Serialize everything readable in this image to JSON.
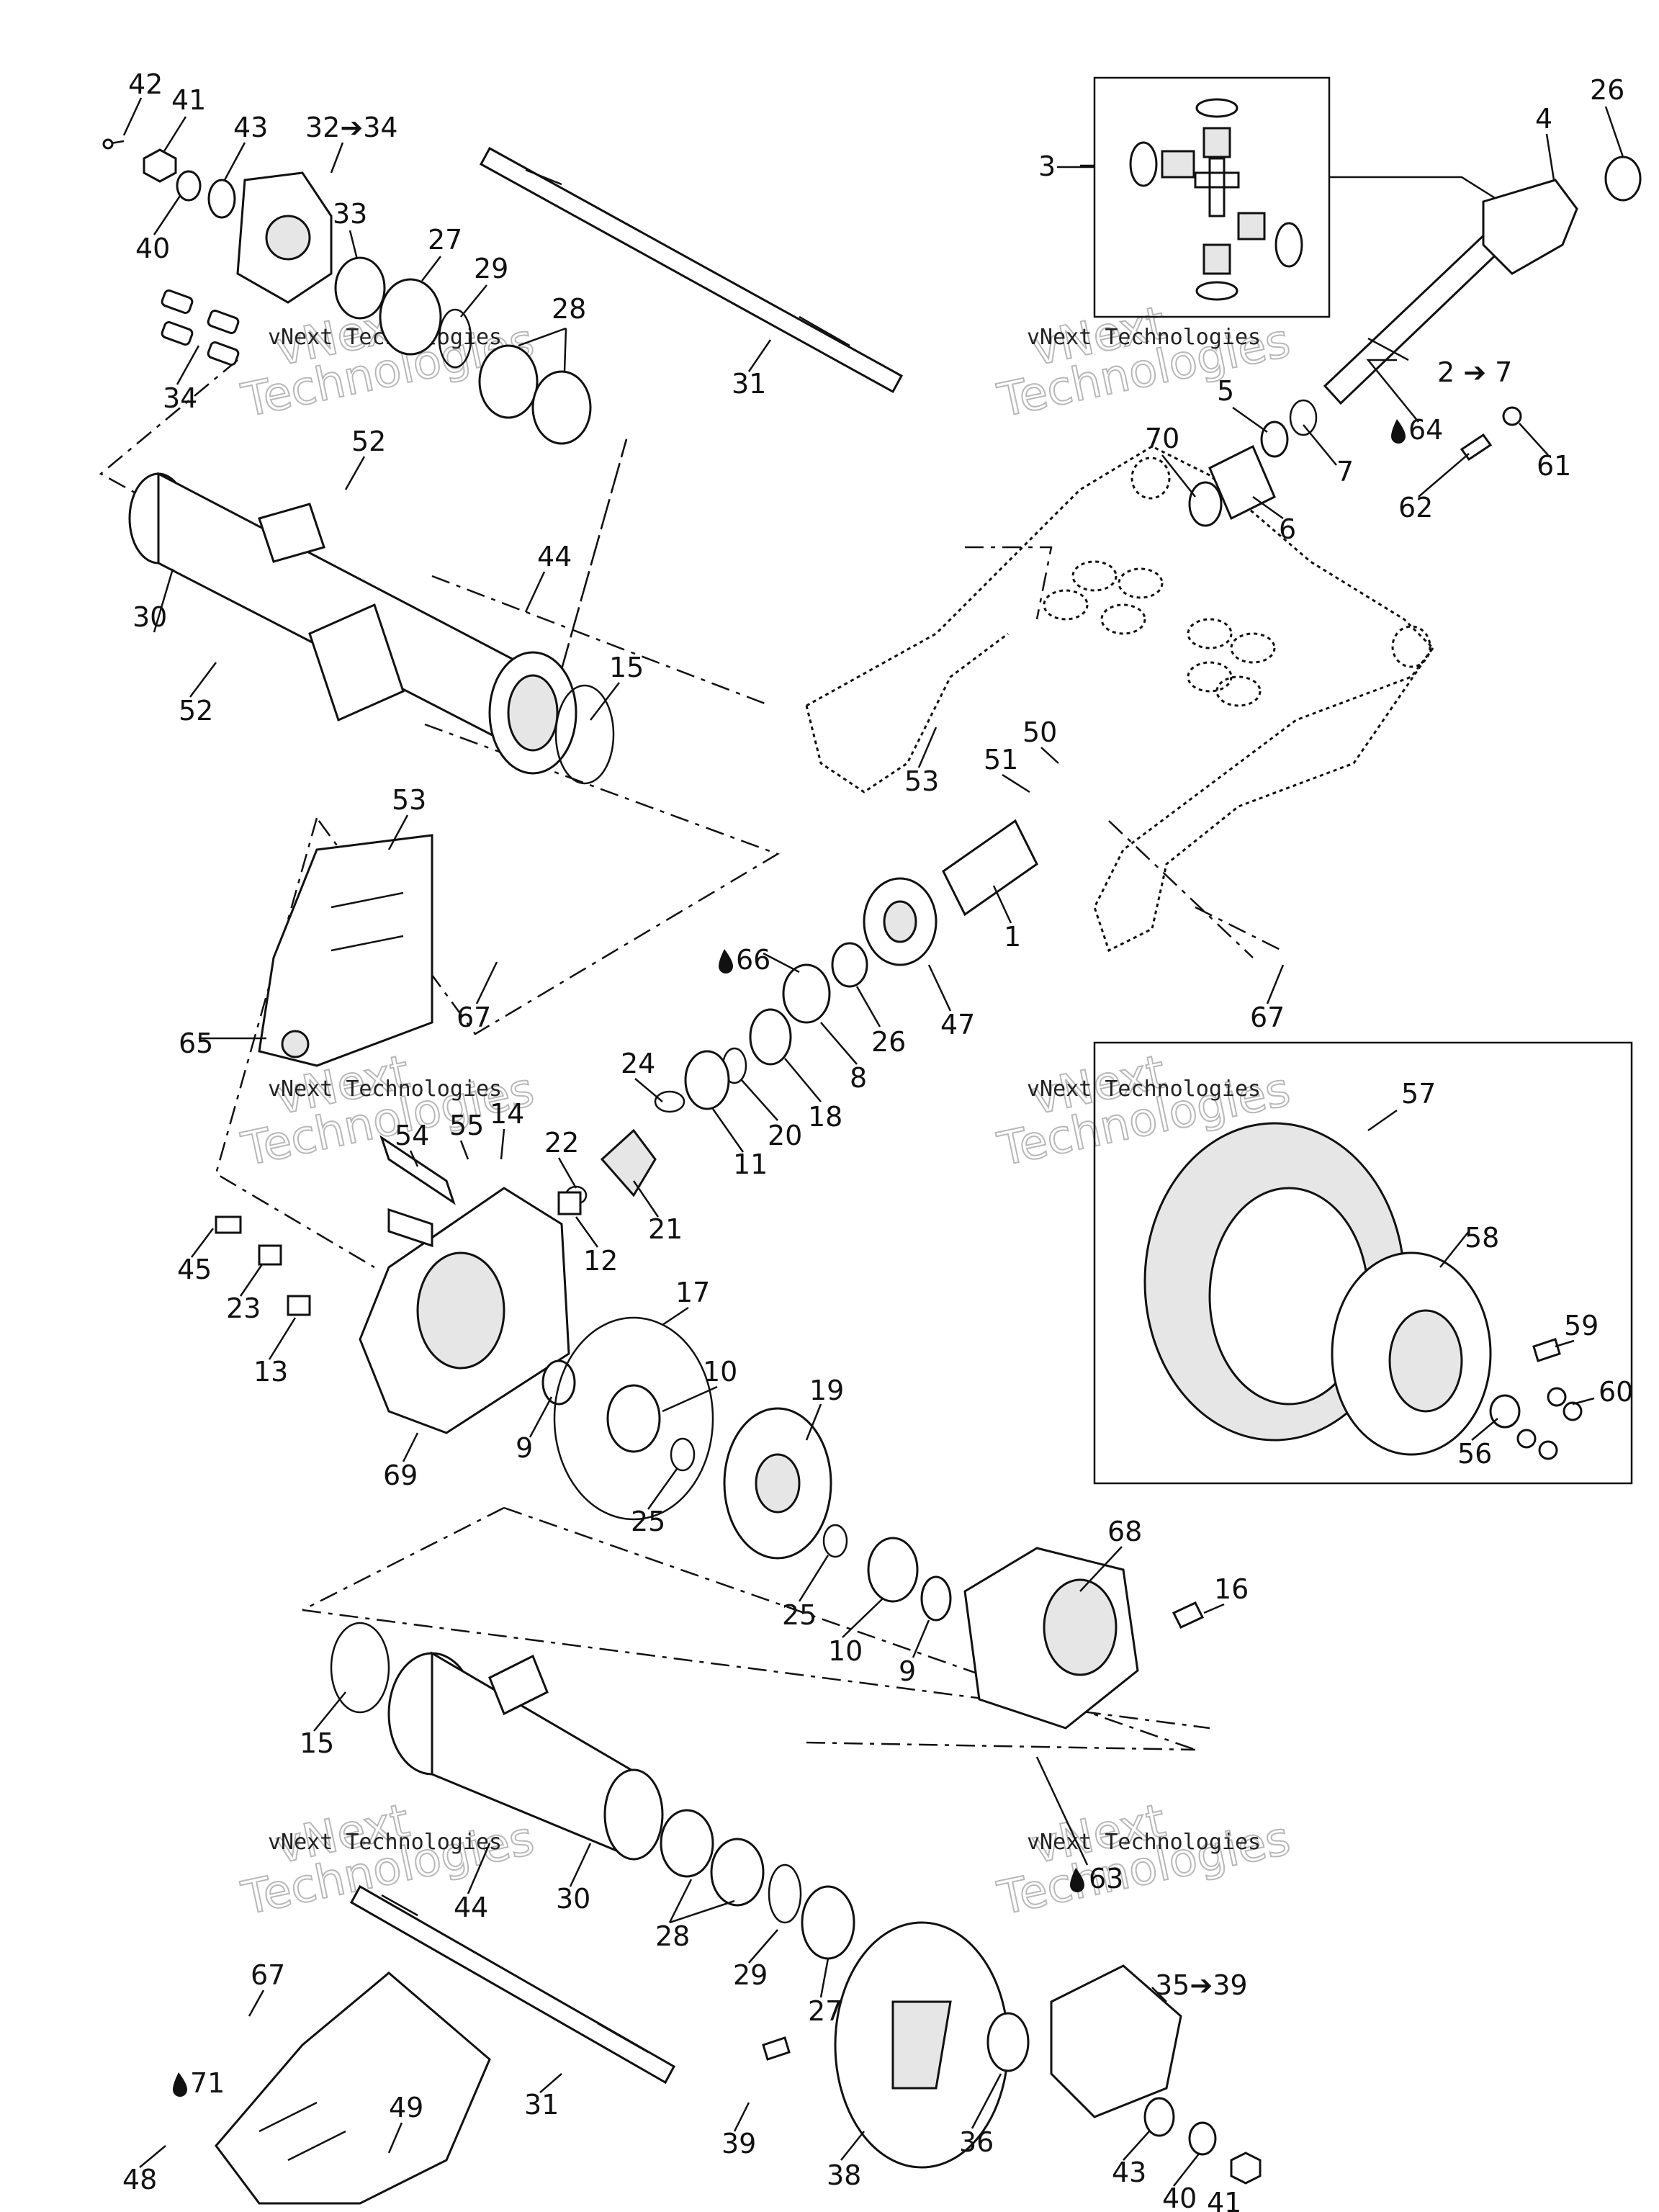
{
  "watermark": {
    "line1": "vNext",
    "line2": "Technologies",
    "caption": "vNext Technologies"
  },
  "callouts": [
    {
      "id": "c42",
      "text": "42"
    },
    {
      "id": "c41",
      "text": "41"
    },
    {
      "id": "c43",
      "text": "43"
    },
    {
      "id": "c32",
      "text": "32➔34"
    },
    {
      "id": "c40",
      "text": "40"
    },
    {
      "id": "c33",
      "text": "33"
    },
    {
      "id": "c27",
      "text": "27"
    },
    {
      "id": "c29",
      "text": "29"
    },
    {
      "id": "c28",
      "text": "28"
    },
    {
      "id": "c34",
      "text": "34"
    },
    {
      "id": "c31",
      "text": "31"
    },
    {
      "id": "c3",
      "text": "3"
    },
    {
      "id": "c4",
      "text": "4"
    },
    {
      "id": "c26a",
      "text": "26"
    },
    {
      "id": "c2",
      "text": "2 ➔ 7"
    },
    {
      "id": "c64",
      "text": "64"
    },
    {
      "id": "c5",
      "text": "5"
    },
    {
      "id": "c7",
      "text": "7"
    },
    {
      "id": "c61",
      "text": "61"
    },
    {
      "id": "c62",
      "text": "62"
    },
    {
      "id": "c70",
      "text": "70"
    },
    {
      "id": "c6",
      "text": "6"
    },
    {
      "id": "c52a",
      "text": "52"
    },
    {
      "id": "c44a",
      "text": "44"
    },
    {
      "id": "c30a",
      "text": "30"
    },
    {
      "id": "c52b",
      "text": "52"
    },
    {
      "id": "c15a",
      "text": "15"
    },
    {
      "id": "c53a",
      "text": "53"
    },
    {
      "id": "c50",
      "text": "50"
    },
    {
      "id": "c51",
      "text": "51"
    },
    {
      "id": "c53b",
      "text": "53"
    },
    {
      "id": "c1",
      "text": "1"
    },
    {
      "id": "c67a",
      "text": "67"
    },
    {
      "id": "c65",
      "text": "65"
    },
    {
      "id": "c66",
      "text": "66"
    },
    {
      "id": "c47",
      "text": "47"
    },
    {
      "id": "c26b",
      "text": "26"
    },
    {
      "id": "c8",
      "text": "8"
    },
    {
      "id": "c67b",
      "text": "67"
    },
    {
      "id": "c18",
      "text": "18"
    },
    {
      "id": "c24",
      "text": "24"
    },
    {
      "id": "c20",
      "text": "20"
    },
    {
      "id": "c11",
      "text": "11"
    },
    {
      "id": "c54",
      "text": "54"
    },
    {
      "id": "c55",
      "text": "55"
    },
    {
      "id": "c14",
      "text": "14"
    },
    {
      "id": "c22",
      "text": "22"
    },
    {
      "id": "c21",
      "text": "21"
    },
    {
      "id": "c12",
      "text": "12"
    },
    {
      "id": "c45",
      "text": "45"
    },
    {
      "id": "c23",
      "text": "23"
    },
    {
      "id": "c13",
      "text": "13"
    },
    {
      "id": "c57",
      "text": "57"
    },
    {
      "id": "c58",
      "text": "58"
    },
    {
      "id": "c59",
      "text": "59"
    },
    {
      "id": "c60",
      "text": "60"
    },
    {
      "id": "c56",
      "text": "56"
    },
    {
      "id": "c17",
      "text": "17"
    },
    {
      "id": "c10a",
      "text": "10"
    },
    {
      "id": "c19",
      "text": "19"
    },
    {
      "id": "c69",
      "text": "69"
    },
    {
      "id": "c9a",
      "text": "9"
    },
    {
      "id": "c25a",
      "text": "25"
    },
    {
      "id": "c25b",
      "text": "25"
    },
    {
      "id": "c10b",
      "text": "10"
    },
    {
      "id": "c9b",
      "text": "9"
    },
    {
      "id": "c68",
      "text": "68"
    },
    {
      "id": "c16",
      "text": "16"
    },
    {
      "id": "c15b",
      "text": "15"
    },
    {
      "id": "c44b",
      "text": "44"
    },
    {
      "id": "c30b",
      "text": "30"
    },
    {
      "id": "c28b",
      "text": "28"
    },
    {
      "id": "c63",
      "text": "63"
    },
    {
      "id": "c29b",
      "text": "29"
    },
    {
      "id": "c27b",
      "text": "27"
    },
    {
      "id": "c35",
      "text": "35➔39"
    },
    {
      "id": "c67c",
      "text": "67"
    },
    {
      "id": "c71",
      "text": "71"
    },
    {
      "id": "c31b",
      "text": "31"
    },
    {
      "id": "c39",
      "text": "39"
    },
    {
      "id": "c36",
      "text": "36"
    },
    {
      "id": "c38",
      "text": "38"
    },
    {
      "id": "c48",
      "text": "48"
    },
    {
      "id": "c49",
      "text": "49"
    },
    {
      "id": "c43b",
      "text": "43"
    },
    {
      "id": "c40b",
      "text": "40"
    },
    {
      "id": "c41b",
      "text": "41"
    }
  ]
}
